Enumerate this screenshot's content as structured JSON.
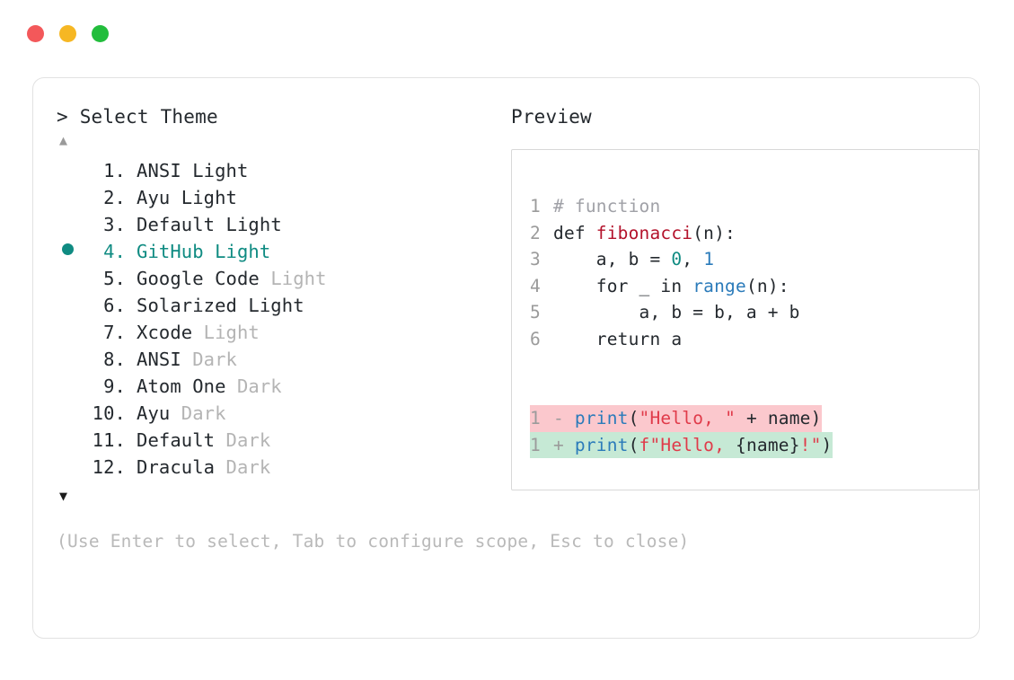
{
  "window": {
    "dots": [
      {
        "name": "close",
        "color": "#f3585a"
      },
      {
        "name": "minimize",
        "color": "#f6b723"
      },
      {
        "name": "zoom",
        "color": "#22bd3c"
      }
    ]
  },
  "prompt": {
    "marker": ">",
    "title": "Select Theme"
  },
  "scroll": {
    "up": "▲",
    "down": "▼"
  },
  "themes": {
    "selected_index": 4,
    "items": [
      {
        "index": "1.",
        "name": "ANSI",
        "variant": "Light",
        "variant_dim": false
      },
      {
        "index": "2.",
        "name": "Ayu",
        "variant": "Light",
        "variant_dim": false
      },
      {
        "index": "3.",
        "name": "Default",
        "variant": "Light",
        "variant_dim": false
      },
      {
        "index": "4.",
        "name": "GitHub",
        "variant": "Light",
        "variant_dim": false
      },
      {
        "index": "5.",
        "name": "Google Code",
        "variant": "Light",
        "variant_dim": true
      },
      {
        "index": "6.",
        "name": "Solarized",
        "variant": "Light",
        "variant_dim": false
      },
      {
        "index": "7.",
        "name": "Xcode",
        "variant": "Light",
        "variant_dim": true
      },
      {
        "index": "8.",
        "name": "ANSI",
        "variant": "Dark",
        "variant_dim": true
      },
      {
        "index": "9.",
        "name": "Atom One",
        "variant": "Dark",
        "variant_dim": true
      },
      {
        "index": "10.",
        "name": "Ayu",
        "variant": "Dark",
        "variant_dim": true
      },
      {
        "index": "11.",
        "name": "Default",
        "variant": "Dark",
        "variant_dim": true
      },
      {
        "index": "12.",
        "name": "Dracula",
        "variant": "Dark",
        "variant_dim": true
      }
    ]
  },
  "hint": "(Use Enter to select, Tab to configure scope, Esc to close)",
  "preview": {
    "title": "Preview",
    "code_lines": [
      {
        "num": "1",
        "tokens": [
          {
            "text": "# function",
            "type": "comment"
          }
        ]
      },
      {
        "num": "2",
        "tokens": [
          {
            "text": "def ",
            "type": "plain"
          },
          {
            "text": "fibonacci",
            "type": "func"
          },
          {
            "text": "(n):",
            "type": "plain"
          }
        ]
      },
      {
        "num": "3",
        "tokens": [
          {
            "text": "    a, b = ",
            "type": "plain"
          },
          {
            "text": "0",
            "type": "num"
          },
          {
            "text": ", ",
            "type": "plain"
          },
          {
            "text": "1",
            "type": "num2"
          }
        ]
      },
      {
        "num": "4",
        "tokens": [
          {
            "text": "    for _ in ",
            "type": "plain"
          },
          {
            "text": "range",
            "type": "builtin"
          },
          {
            "text": "(n):",
            "type": "plain"
          }
        ]
      },
      {
        "num": "5",
        "tokens": [
          {
            "text": "        a, b = b, a + b",
            "type": "plain"
          }
        ]
      },
      {
        "num": "6",
        "tokens": [
          {
            "text": "    return a",
            "type": "plain"
          }
        ]
      }
    ],
    "diff_lines": [
      {
        "num": "1",
        "kind": "del",
        "sign": "-",
        "tokens": [
          {
            "text": "print",
            "type": "builtin"
          },
          {
            "text": "(",
            "type": "plain"
          },
          {
            "text": "\"Hello, \"",
            "type": "str"
          },
          {
            "text": " + name)",
            "type": "plain"
          }
        ]
      },
      {
        "num": "1",
        "kind": "add",
        "sign": "+",
        "tokens": [
          {
            "text": "print",
            "type": "builtin"
          },
          {
            "text": "(",
            "type": "plain"
          },
          {
            "text": "f\"Hello, ",
            "type": "str"
          },
          {
            "text": "{name}",
            "type": "plain"
          },
          {
            "text": "!\"",
            "type": "str"
          },
          {
            "text": ")",
            "type": "plain"
          }
        ]
      }
    ]
  },
  "colors": {
    "accent_teal": "#0f8b82",
    "diff_del_bg": "#fbc8cd",
    "diff_add_bg": "#c6e9d5",
    "text": "#24292e",
    "dim": "#b4b4b4"
  }
}
